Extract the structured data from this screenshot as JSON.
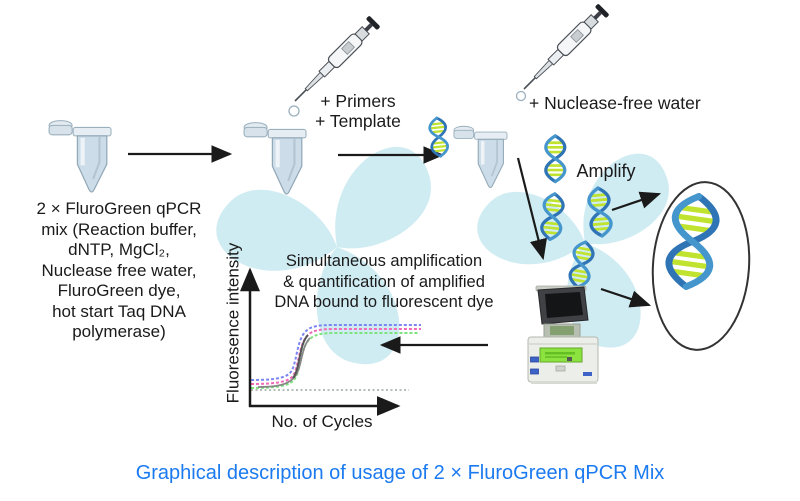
{
  "colors": {
    "caption_blue": "#1b7af0",
    "watermark_teal": "#8ed2e2",
    "dna_strand_blue": "#2f74b5",
    "dna_rung_green": "#bfe32e",
    "curve_blue": "#7b86f2",
    "curve_magenta": "#f06ab8",
    "curve_green": "#7de37d",
    "lcd_green": "#8ce23f",
    "arrow_black": "#1a1a1a"
  },
  "labels": {
    "reagent_mix": {
      "lines": [
        "2 × FluroGreen qPCR",
        "mix (Reaction buffer,",
        "dNTP, MgCl₂,",
        "Nuclease free water,",
        "FluroGreen dye,",
        "hot start Taq DNA",
        "polymerase)"
      ]
    },
    "step2_additives": {
      "lines": [
        "+ Primers",
        "+ Template"
      ]
    },
    "step3_additive": "+ Nuclease-free water",
    "amplify": "Amplify",
    "process_note": {
      "lines": [
        "Simultaneous amplification",
        "& quantification of amplified",
        "DNA bound to fluorescent dye"
      ]
    }
  },
  "graph": {
    "ylabel": "Fluoresence intensity",
    "xlabel": "No. of Cycles"
  },
  "caption": "Graphical description of usage of 2 × FluroGreen qPCR Mix",
  "illustrations": [
    "microcentrifuge-tube-icon",
    "micropipette-icon",
    "dna-helix-icon",
    "thermocycler-icon",
    "amplification-plot",
    "magnified-dna-oval",
    "watermark-logo"
  ]
}
